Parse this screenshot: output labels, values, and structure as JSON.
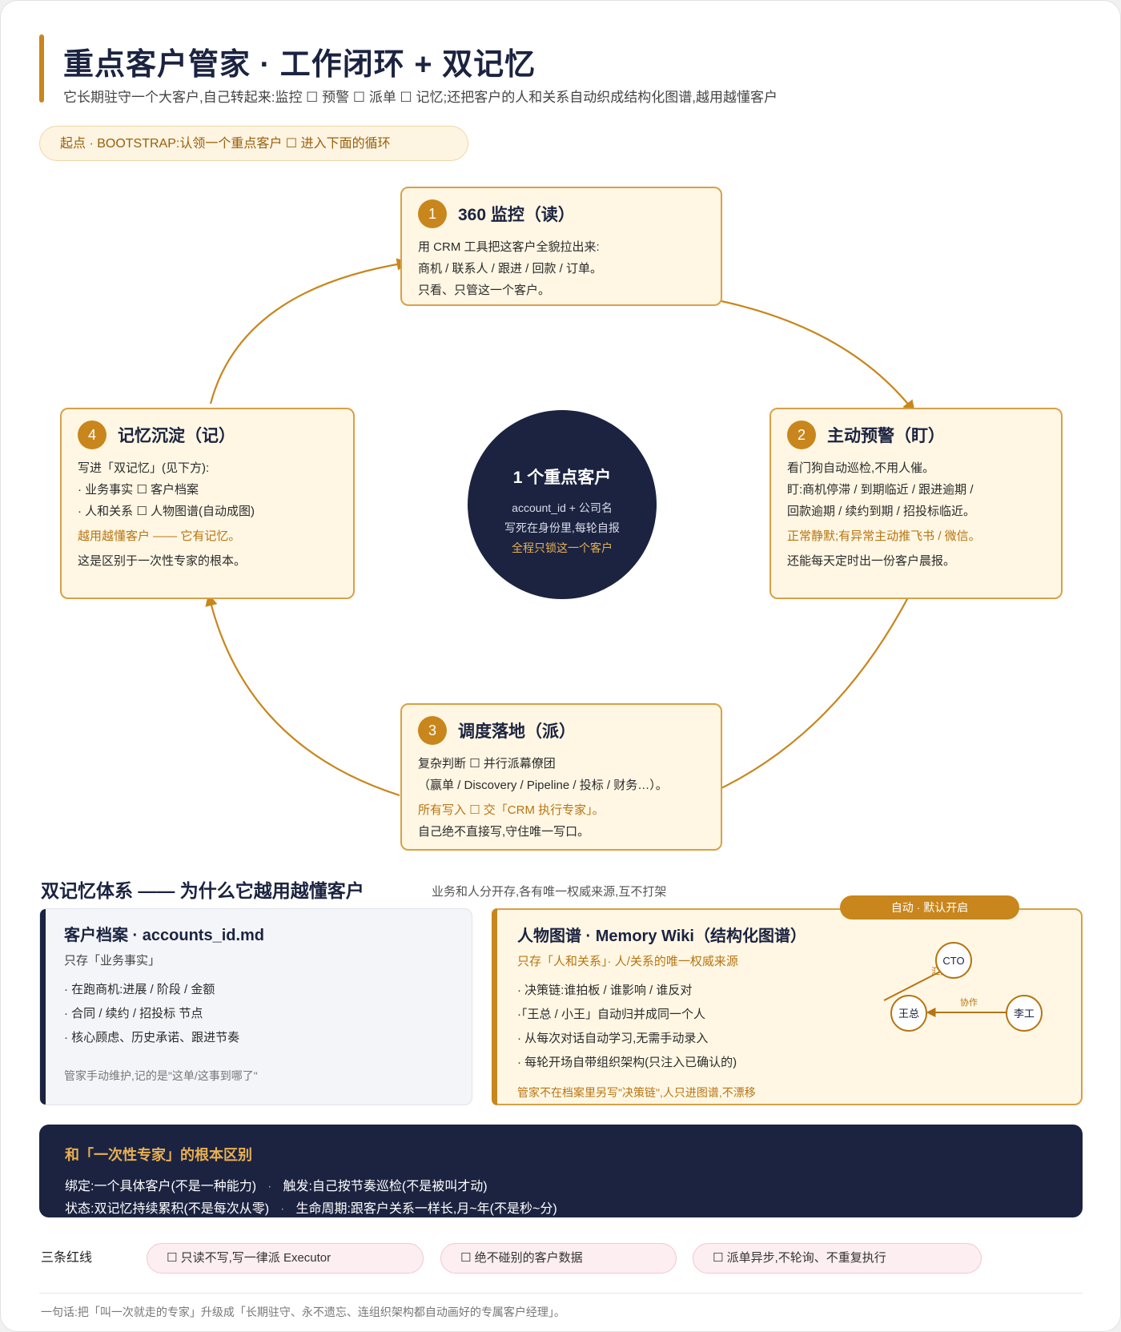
{
  "header": {
    "title": "重点客户管家 · 工作闭环 + 双记忆",
    "subtitle": "它长期驻守一个大客户,自己转起来:监控 ☐ 预警 ☐ 派单 ☐ 记忆;还把客户的人和关系自动织成结构化图谱,越用越懂客户"
  },
  "bootstrap": "起点 · BOOTSTRAP:认领一个重点客户 ☐ 进入下面的循环",
  "loop": {
    "step1": {
      "num": "1",
      "title": "360 监控（读）",
      "lines": [
        "用 CRM 工具把这客户全貌拉出来:",
        "商机 / 联系人 / 跟进 / 回款 / 订单。",
        "只看、只管这一个客户。"
      ]
    },
    "step2": {
      "num": "2",
      "title": "主动预警（盯）",
      "lines": [
        "看门狗自动巡检,不用人催。",
        "盯:商机停滞 / 到期临近 / 跟进逾期 /",
        "回款逾期 / 续约到期 / 招投标临近。"
      ],
      "accent": "正常静默;有异常主动推飞书 / 微信。",
      "extra": "还能每天定时出一份客户晨报。"
    },
    "step3": {
      "num": "3",
      "title": "调度落地（派）",
      "lines": [
        "复杂判断 ☐ 并行派幕僚团",
        "（赢单 / Discovery / Pipeline / 投标 / 财务…）。"
      ],
      "accent": "所有写入 ☐ 交「CRM 执行专家」。",
      "extra": "自己绝不直接写,守住唯一写口。"
    },
    "step4": {
      "num": "4",
      "title": "记忆沉淀（记）",
      "lines": [
        "写进「双记忆」(见下方):",
        "· 业务事实 ☐ 客户档案",
        "· 人和关系 ☐ 人物图谱(自动成图)"
      ],
      "accent": "越用越懂客户 —— 它有记忆。",
      "extra": "这是区别于一次性专家的根本。"
    },
    "center": {
      "title": "1 个重点客户",
      "line1": "account_id + 公司名",
      "line2": "写死在身份里,每轮自报",
      "line3": "全程只锁这一个客户"
    }
  },
  "memory": {
    "section_title": "双记忆体系 —— 为什么它越用越懂客户",
    "section_note": "业务和人分开存,各有唯一权威来源,互不打架",
    "left": {
      "title": "客户档案 · accounts_id.md",
      "sub": "只存「业务事实」",
      "items": [
        "· 在跑商机:进展 / 阶段 / 金额",
        "· 合同 / 续约 / 招投标 节点",
        "· 核心顾虑、历史承诺、跟进节奏"
      ],
      "foot": "管家手动维护,记的是\"这单/这事到哪了\""
    },
    "right": {
      "badge": "自动 · 默认开启",
      "title": "人物图谱 · Memory Wiki（结构化图谱）",
      "sub": "只存「人和关系」· 人/关系的唯一权威来源",
      "items": [
        "· 决策链:谁拍板 / 谁影响 / 谁反对",
        "·「王总 / 小王」自动归并成同一个人",
        "· 从每次对话自动学习,无需手动录入",
        "· 每轮开场自带组织架构(只注入已确认的)"
      ],
      "foot": "管家不在档案里另写\"决策链\",人只进图谱,不漂移",
      "graph": {
        "node_cto": "CTO",
        "node_wang": "王总",
        "node_li": "李工",
        "edge_report": "汇报",
        "edge_collab": "协作"
      }
    }
  },
  "difference": {
    "title": "和「一次性专家」的根本区别",
    "row1_a": "绑定:一个具体客户(不是一种能力)",
    "row1_b": "触发:自己按节奏巡检(不是被叫才动)",
    "row2_a": "状态:双记忆持续累积(不是每次从零)",
    "row2_b": "生命周期:跟客户关系一样长,月~年(不是秒~分)",
    "sep": "·"
  },
  "redlines": {
    "label": "三条红线",
    "items": [
      "☐ 只读不写,写一律派 Executor",
      "☐ 绝不碰别的客户数据",
      "☐ 派单异步,不轮询、不重复执行"
    ]
  },
  "footer": "一句话:把「叫一次就走的专家」升级成「长期驻守、永不遗忘、连组织架构都自动画好的专属客户经理」。",
  "colors": {
    "accent": "#c8861c",
    "navy": "#1b2340",
    "cream": "#fff7e4",
    "redline_bg": "#fdeef1"
  }
}
